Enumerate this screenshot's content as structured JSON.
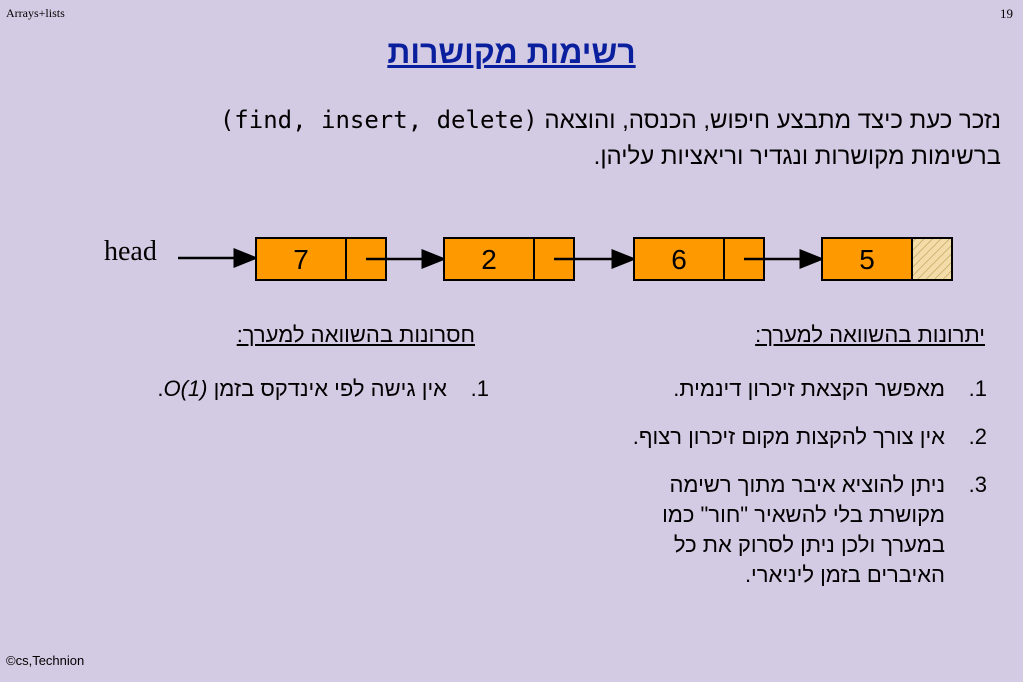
{
  "header": {
    "left": "Arrays+lists",
    "right": "19"
  },
  "title": "רשימות מקושרות",
  "intro": {
    "line1_text": "נזכר כעת כיצד מתבצע חיפוש, הכנסה, והוצאה",
    "line1_ops": "(find, insert, delete)",
    "line2": "ברשימות מקושרות ונגדיר וריאציות עליהן."
  },
  "diagram": {
    "head_label": "head",
    "nodes": [
      "7",
      "2",
      "6",
      "5"
    ],
    "colors": {
      "node_fill": "#ff9900",
      "null_fill": "#f3dca8"
    }
  },
  "advantages": {
    "heading": "יתרונות בהשוואה למערך:",
    "items": [
      {
        "num": "1.",
        "text": "מאפשר הקצאת זיכרון דינמית."
      },
      {
        "num": "2.",
        "text": "אין צורך להקצות מקום זיכרון רצוף."
      },
      {
        "num": "3.",
        "lines": [
          "ניתן להוציא איבר מתוך רשימה",
          "מקושרת בלי להשאיר \"חור\" כמו",
          "במערך ולכן ניתן לסרוק את כל",
          "האיברים בזמן ליניארי."
        ]
      }
    ]
  },
  "disadvantages": {
    "heading": "חסרונות בהשוואה למערך:",
    "items": [
      {
        "num": "1.",
        "text": "אין גישה לפי אינדקס בזמן",
        "math": "O(1)",
        "end": "."
      }
    ]
  },
  "footer": "©cs,Technion"
}
